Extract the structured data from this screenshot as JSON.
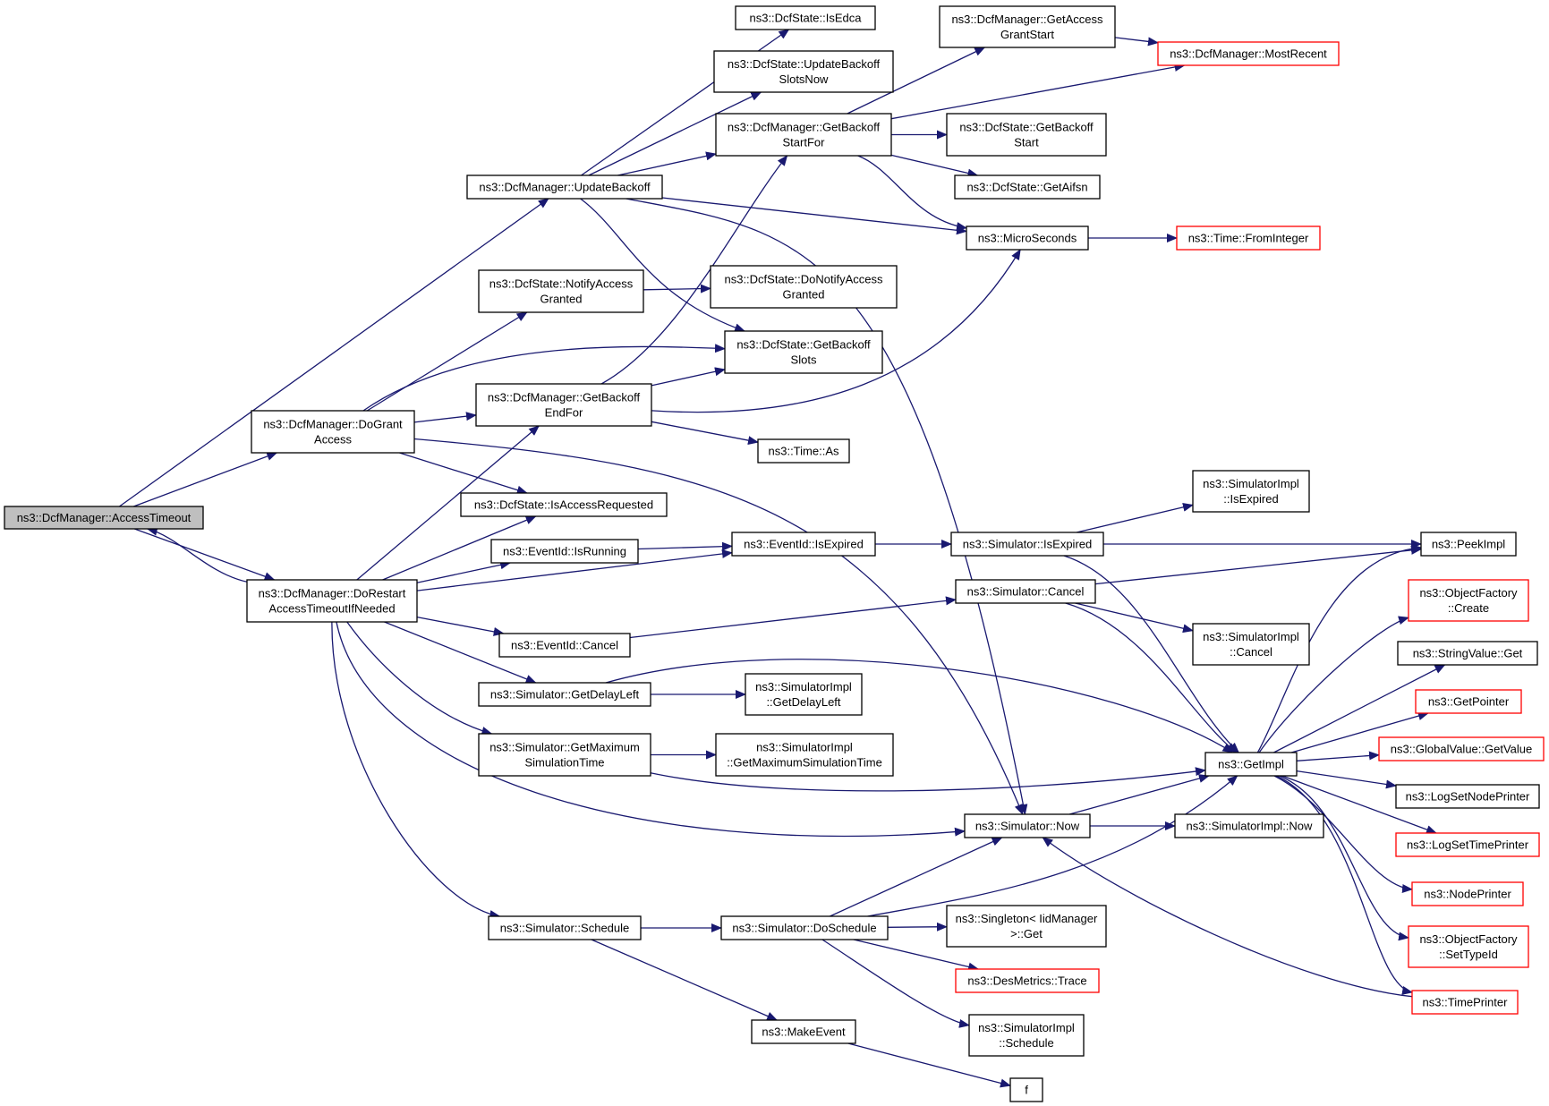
{
  "diagram": {
    "colors": {
      "edge": "#191970",
      "node_border": "#000000",
      "node_border_truncated": "#ff0000",
      "node_fill": "#ffffff",
      "node_fill_root": "#bfbfbf"
    },
    "nodes": [
      {
        "id": "accesstimeout",
        "lines": [
          "ns3::DcfManager::AccessTimeout"
        ],
        "style": "root"
      },
      {
        "id": "updatebackoff",
        "lines": [
          "ns3::DcfManager::UpdateBackoff"
        ],
        "style": "normal"
      },
      {
        "id": "dograntaccess",
        "lines": [
          "ns3::DcfManager::DoGrant",
          "Access"
        ],
        "style": "normal"
      },
      {
        "id": "dorestart",
        "lines": [
          "ns3::DcfManager::DoRestart",
          "AccessTimeoutIfNeeded"
        ],
        "style": "normal"
      },
      {
        "id": "isedca",
        "lines": [
          "ns3::DcfState::IsEdca"
        ],
        "style": "normal"
      },
      {
        "id": "updatebackoffslotsnow",
        "lines": [
          "ns3::DcfState::UpdateBackoff",
          "SlotsNow"
        ],
        "style": "normal"
      },
      {
        "id": "getbackoffstartfor",
        "lines": [
          "ns3::DcfManager::GetBackoff",
          "StartFor"
        ],
        "style": "normal"
      },
      {
        "id": "getaccessgrantstart",
        "lines": [
          "ns3::DcfManager::GetAccess",
          "GrantStart"
        ],
        "style": "normal"
      },
      {
        "id": "mostrecent",
        "lines": [
          "ns3::DcfManager::MostRecent"
        ],
        "style": "truncated"
      },
      {
        "id": "getbackoffstart",
        "lines": [
          "ns3::DcfState::GetBackoff",
          "Start"
        ],
        "style": "normal"
      },
      {
        "id": "getaifsn",
        "lines": [
          "ns3::DcfState::GetAifsn"
        ],
        "style": "normal"
      },
      {
        "id": "microseconds",
        "lines": [
          "ns3::MicroSeconds"
        ],
        "style": "normal"
      },
      {
        "id": "frominteger",
        "lines": [
          "ns3::Time::FromInteger"
        ],
        "style": "truncated"
      },
      {
        "id": "notifyaccessgranted",
        "lines": [
          "ns3::DcfState::NotifyAccess",
          "Granted"
        ],
        "style": "normal"
      },
      {
        "id": "donotifyaccessgranted",
        "lines": [
          "ns3::DcfState::DoNotifyAccess",
          "Granted"
        ],
        "style": "normal"
      },
      {
        "id": "getbackoffslots",
        "lines": [
          "ns3::DcfState::GetBackoff",
          "Slots"
        ],
        "style": "normal"
      },
      {
        "id": "getbackoffendfor",
        "lines": [
          "ns3::DcfManager::GetBackoff",
          "EndFor"
        ],
        "style": "normal"
      },
      {
        "id": "timeas",
        "lines": [
          "ns3::Time::As"
        ],
        "style": "normal"
      },
      {
        "id": "isaccessrequested",
        "lines": [
          "ns3::DcfState::IsAccessRequested"
        ],
        "style": "normal"
      },
      {
        "id": "eventidisrunning",
        "lines": [
          "ns3::EventId::IsRunning"
        ],
        "style": "normal"
      },
      {
        "id": "eventidisexpired",
        "lines": [
          "ns3::EventId::IsExpired"
        ],
        "style": "normal"
      },
      {
        "id": "simulatorisexpired",
        "lines": [
          "ns3::Simulator::IsExpired"
        ],
        "style": "normal"
      },
      {
        "id": "simimplisexpired",
        "lines": [
          "ns3::SimulatorImpl",
          "::IsExpired"
        ],
        "style": "normal"
      },
      {
        "id": "peekimpl",
        "lines": [
          "ns3::PeekImpl"
        ],
        "style": "normal"
      },
      {
        "id": "simulatorcancel",
        "lines": [
          "ns3::Simulator::Cancel"
        ],
        "style": "normal"
      },
      {
        "id": "eventidcancel",
        "lines": [
          "ns3::EventId::Cancel"
        ],
        "style": "normal"
      },
      {
        "id": "simimplcancel",
        "lines": [
          "ns3::SimulatorImpl",
          "::Cancel"
        ],
        "style": "normal"
      },
      {
        "id": "objectfactorycreate",
        "lines": [
          "ns3::ObjectFactory",
          "::Create"
        ],
        "style": "truncated"
      },
      {
        "id": "stringvalueget",
        "lines": [
          "ns3::StringValue::Get"
        ],
        "style": "normal"
      },
      {
        "id": "getdelayleft",
        "lines": [
          "ns3::Simulator::GetDelayLeft"
        ],
        "style": "normal"
      },
      {
        "id": "simimplgetdelayleft",
        "lines": [
          "ns3::SimulatorImpl",
          "::GetDelayLeft"
        ],
        "style": "normal"
      },
      {
        "id": "getpointer",
        "lines": [
          "ns3::GetPointer"
        ],
        "style": "truncated"
      },
      {
        "id": "getmaxsimtime",
        "lines": [
          "ns3::Simulator::GetMaximum",
          "SimulationTime"
        ],
        "style": "normal"
      },
      {
        "id": "simimplgetmaxsimtime",
        "lines": [
          "ns3::SimulatorImpl",
          "::GetMaximumSimulationTime"
        ],
        "style": "normal"
      },
      {
        "id": "getimpl",
        "lines": [
          "ns3::GetImpl"
        ],
        "style": "normal"
      },
      {
        "id": "globalvaluegetvalue",
        "lines": [
          "ns3::GlobalValue::GetValue"
        ],
        "style": "truncated"
      },
      {
        "id": "logsetnodeprinter",
        "lines": [
          "ns3::LogSetNodePrinter"
        ],
        "style": "normal"
      },
      {
        "id": "simulatornow",
        "lines": [
          "ns3::Simulator::Now"
        ],
        "style": "normal"
      },
      {
        "id": "simimplnow",
        "lines": [
          "ns3::SimulatorImpl::Now"
        ],
        "style": "normal"
      },
      {
        "id": "logsettimeprinter",
        "lines": [
          "ns3::LogSetTimePrinter"
        ],
        "style": "truncated"
      },
      {
        "id": "nodeprinter",
        "lines": [
          "ns3::NodePrinter"
        ],
        "style": "truncated"
      },
      {
        "id": "simulatorschedule",
        "lines": [
          "ns3::Simulator::Schedule"
        ],
        "style": "normal"
      },
      {
        "id": "doschedule",
        "lines": [
          "ns3::Simulator::DoSchedule"
        ],
        "style": "normal"
      },
      {
        "id": "singletonget",
        "lines": [
          "ns3::Singleton< IidManager",
          ">::Get"
        ],
        "style": "normal"
      },
      {
        "id": "objectfactorysettypeid",
        "lines": [
          "ns3::ObjectFactory",
          "::SetTypeId"
        ],
        "style": "truncated"
      },
      {
        "id": "desmetricstrace",
        "lines": [
          "ns3::DesMetrics::Trace"
        ],
        "style": "truncated"
      },
      {
        "id": "timeprinter",
        "lines": [
          "ns3::TimePrinter"
        ],
        "style": "truncated"
      },
      {
        "id": "simimplschedule",
        "lines": [
          "ns3::SimulatorImpl",
          "::Schedule"
        ],
        "style": "normal"
      },
      {
        "id": "makeevent",
        "lines": [
          "ns3::MakeEvent"
        ],
        "style": "normal"
      },
      {
        "id": "f",
        "lines": [
          "f"
        ],
        "style": "normal"
      }
    ],
    "edges": [
      [
        "accesstimeout",
        "updatebackoff"
      ],
      [
        "accesstimeout",
        "dograntaccess"
      ],
      [
        "accesstimeout",
        "dorestart"
      ],
      [
        "dorestart",
        "accesstimeout"
      ],
      [
        "updatebackoff",
        "isedca"
      ],
      [
        "updatebackoff",
        "updatebackoffslotsnow"
      ],
      [
        "updatebackoff",
        "getbackoffstartfor"
      ],
      [
        "updatebackoff",
        "microseconds"
      ],
      [
        "updatebackoff",
        "getbackoffslots"
      ],
      [
        "updatebackoff",
        "simulatornow"
      ],
      [
        "getbackoffstartfor",
        "getaccessgrantstart"
      ],
      [
        "getbackoffstartfor",
        "mostrecent"
      ],
      [
        "getbackoffstartfor",
        "getbackoffstart"
      ],
      [
        "getbackoffstartfor",
        "getaifsn"
      ],
      [
        "getbackoffstartfor",
        "microseconds"
      ],
      [
        "getaccessgrantstart",
        "mostrecent"
      ],
      [
        "microseconds",
        "frominteger"
      ],
      [
        "dograntaccess",
        "notifyaccessgranted"
      ],
      [
        "dograntaccess",
        "getbackoffslots"
      ],
      [
        "dograntaccess",
        "getbackoffendfor"
      ],
      [
        "dograntaccess",
        "isaccessrequested"
      ],
      [
        "dograntaccess",
        "simulatornow"
      ],
      [
        "notifyaccessgranted",
        "donotifyaccessgranted"
      ],
      [
        "getbackoffendfor",
        "getbackoffstartfor"
      ],
      [
        "getbackoffendfor",
        "getbackoffslots"
      ],
      [
        "getbackoffendfor",
        "microseconds"
      ],
      [
        "getbackoffendfor",
        "timeas"
      ],
      [
        "dorestart",
        "getbackoffendfor"
      ],
      [
        "dorestart",
        "isaccessrequested"
      ],
      [
        "dorestart",
        "eventidisrunning"
      ],
      [
        "dorestart",
        "eventidisexpired"
      ],
      [
        "dorestart",
        "eventidcancel"
      ],
      [
        "dorestart",
        "getdelayleft"
      ],
      [
        "dorestart",
        "getmaxsimtime"
      ],
      [
        "dorestart",
        "simulatornow"
      ],
      [
        "dorestart",
        "simulatorschedule"
      ],
      [
        "eventidisrunning",
        "eventidisexpired"
      ],
      [
        "eventidisexpired",
        "simulatorisexpired"
      ],
      [
        "simulatorisexpired",
        "simimplisexpired"
      ],
      [
        "simulatorisexpired",
        "peekimpl"
      ],
      [
        "simulatorisexpired",
        "getimpl"
      ],
      [
        "eventidcancel",
        "simulatorcancel"
      ],
      [
        "simulatorcancel",
        "peekimpl"
      ],
      [
        "simulatorcancel",
        "simimplcancel"
      ],
      [
        "simulatorcancel",
        "getimpl"
      ],
      [
        "getdelayleft",
        "simimplgetdelayleft"
      ],
      [
        "getdelayleft",
        "getimpl"
      ],
      [
        "getmaxsimtime",
        "simimplgetmaxsimtime"
      ],
      [
        "getmaxsimtime",
        "getimpl"
      ],
      [
        "getimpl",
        "peekimpl"
      ],
      [
        "getimpl",
        "objectfactorycreate"
      ],
      [
        "getimpl",
        "stringvalueget"
      ],
      [
        "getimpl",
        "getpointer"
      ],
      [
        "getimpl",
        "globalvaluegetvalue"
      ],
      [
        "getimpl",
        "logsetnodeprinter"
      ],
      [
        "getimpl",
        "logsettimeprinter"
      ],
      [
        "getimpl",
        "nodeprinter"
      ],
      [
        "getimpl",
        "objectfactorysettypeid"
      ],
      [
        "getimpl",
        "timeprinter"
      ],
      [
        "simulatornow",
        "getimpl"
      ],
      [
        "simulatornow",
        "simimplnow"
      ],
      [
        "timeprinter",
        "simulatornow"
      ],
      [
        "simulatorschedule",
        "doschedule"
      ],
      [
        "simulatorschedule",
        "makeevent"
      ],
      [
        "doschedule",
        "simulatornow"
      ],
      [
        "doschedule",
        "getimpl"
      ],
      [
        "doschedule",
        "singletonget"
      ],
      [
        "doschedule",
        "desmetricstrace"
      ],
      [
        "doschedule",
        "simimplschedule"
      ],
      [
        "makeevent",
        "f"
      ]
    ]
  }
}
